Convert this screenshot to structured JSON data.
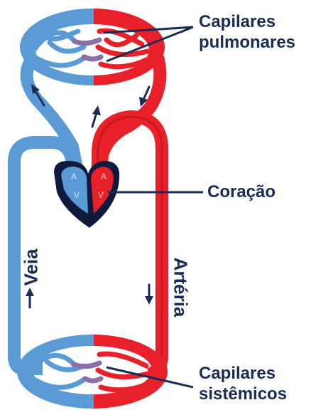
{
  "labels": {
    "pulmonary_capillaries": [
      "Capilares",
      "pulmonares"
    ],
    "heart": "Coração",
    "vein": "Veia",
    "artery": "Artéria",
    "systemic_capillaries": [
      "Capilares",
      "sistêmicos"
    ]
  },
  "chambers": {
    "left_top": "A",
    "left_bottom": "V",
    "right_top": "A",
    "right_bottom": "V"
  },
  "colors": {
    "venous_blue": "#5b9bd5",
    "arterial_red": "#e8202a",
    "dark_red": "#b31217",
    "heart_dark": "#101a3c",
    "label_navy": "#1a2b55",
    "arrow_dark": "#1a2b55"
  }
}
